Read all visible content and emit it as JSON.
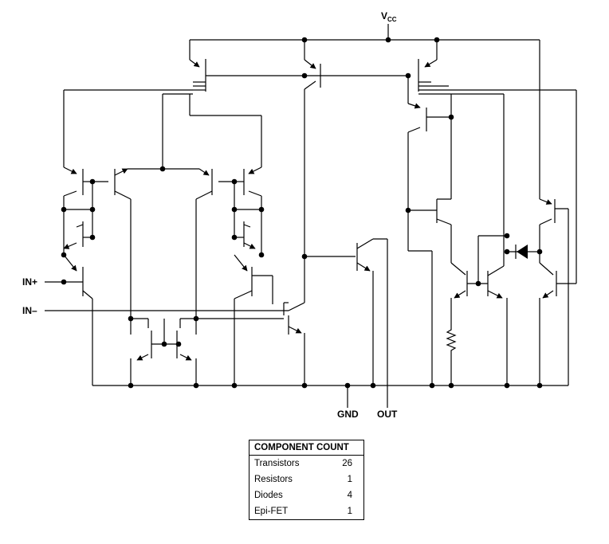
{
  "labels": {
    "vcc_main": "V",
    "vcc_sub": "CC",
    "in_plus": "IN+",
    "in_minus": "IN–",
    "gnd": "GND",
    "out": "OUT"
  },
  "component_table": {
    "title": "COMPONENT COUNT",
    "rows": [
      {
        "name": "Transistors",
        "count": "26"
      },
      {
        "name": "Resistors",
        "count": "1"
      },
      {
        "name": "Diodes",
        "count": "4"
      },
      {
        "name": "Epi-FET",
        "count": "1"
      }
    ]
  }
}
